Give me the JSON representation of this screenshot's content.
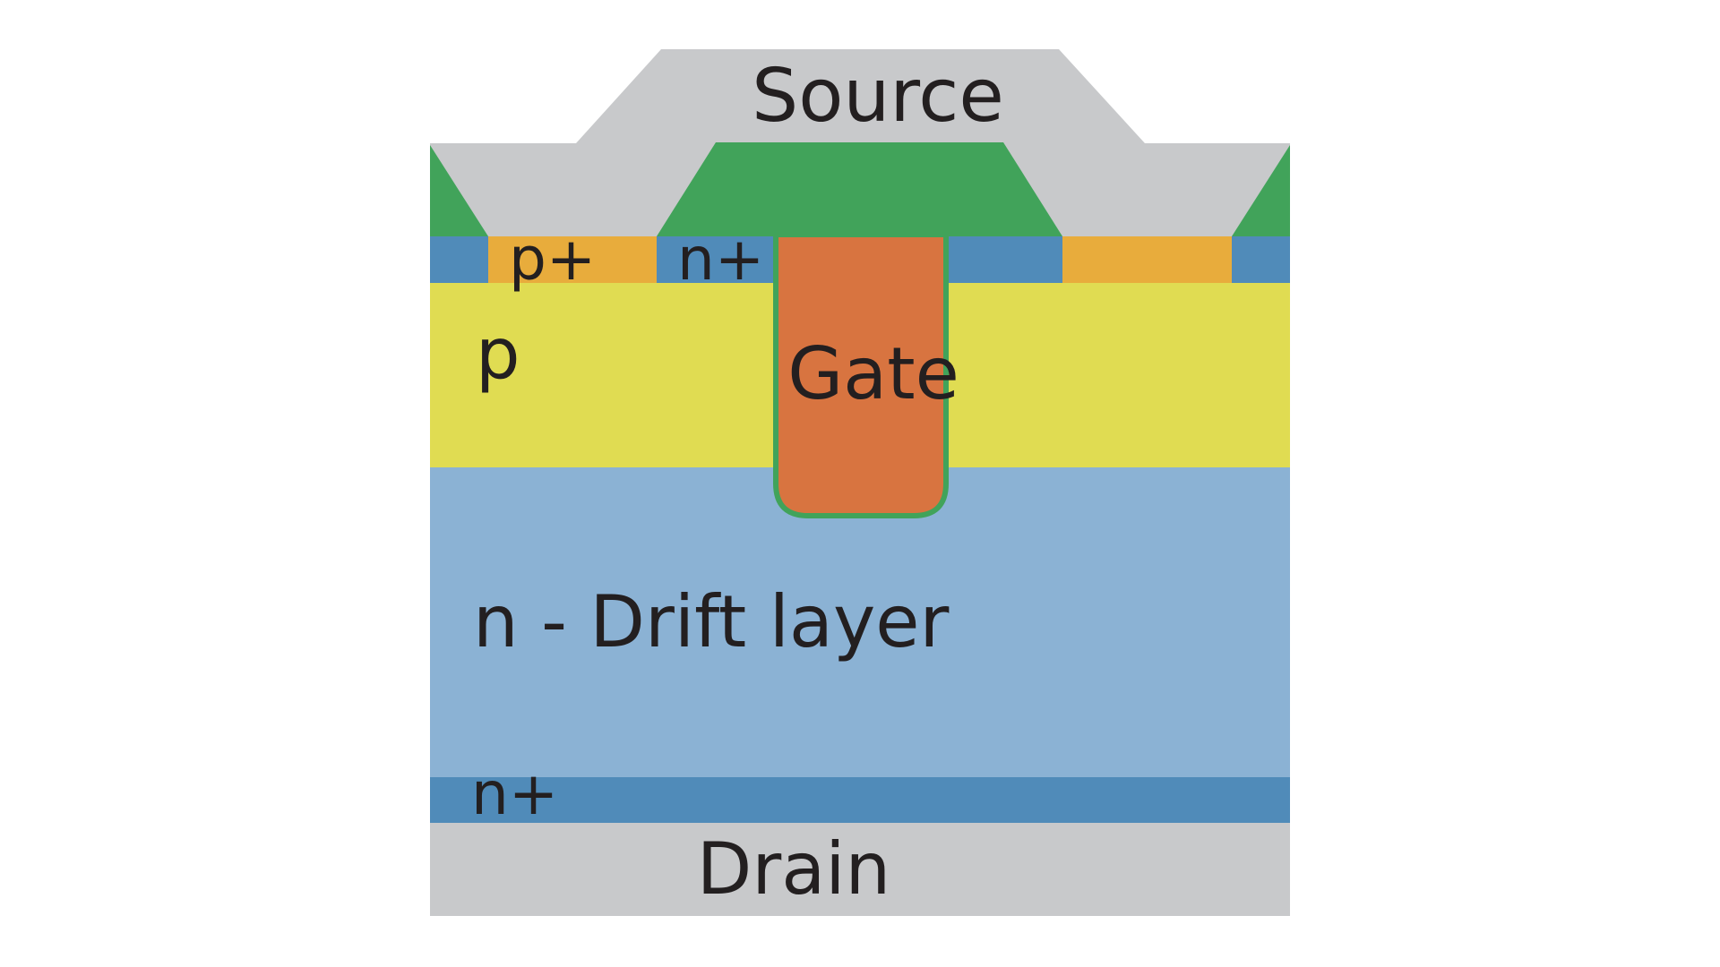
{
  "title": "Trench MOSFET cross-section",
  "colors": {
    "metal": "#c8c9cb",
    "oxide": "#41a35a",
    "n_plus": "#508bb9",
    "p_plus": "#e8ac3c",
    "p_body": "#e0dc52",
    "n_drift": "#8bb2d4",
    "gate": "#d87440",
    "text": "#231f20"
  },
  "labels": {
    "source": "Source",
    "gate": "Gate",
    "p_plus": "p+",
    "n_plus_top": "n+",
    "p_body": "p",
    "drift": "n - Drift layer",
    "n_plus_substrate": "n+",
    "drain": "Drain"
  }
}
